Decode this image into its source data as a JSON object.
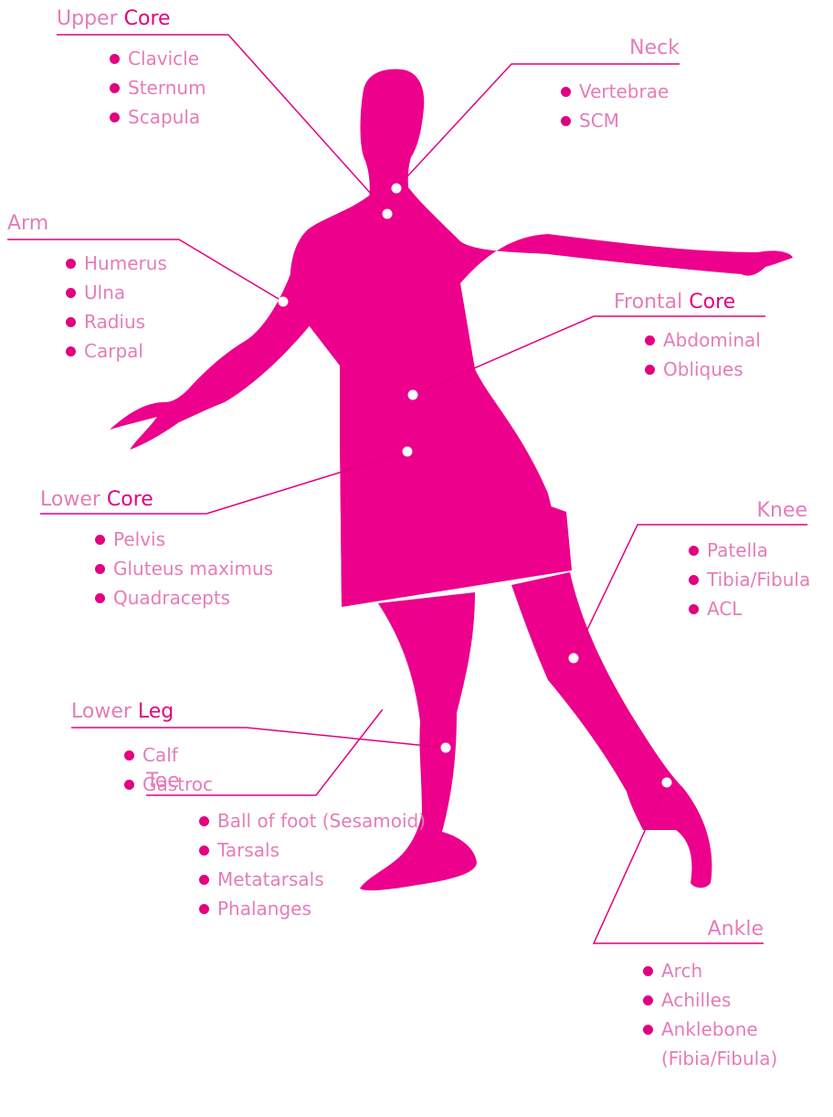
{
  "colors": {
    "figure": "#ec008c",
    "accent": "#e3007f",
    "text": "#e57cb8",
    "marker": "#ffffff"
  },
  "labels": {
    "upper_core": {
      "a": "Upper",
      "b": "Core",
      "items": [
        "Clavicle",
        "Sternum",
        "Scapula"
      ]
    },
    "neck": {
      "a": "Neck",
      "items": [
        "Vertebrae",
        "SCM"
      ]
    },
    "arm": {
      "a": "Arm",
      "items": [
        "Humerus",
        "Ulna",
        "Radius",
        "Carpal"
      ]
    },
    "frontal_core": {
      "a": "Frontal",
      "b": "Core",
      "items": [
        "Abdominal",
        "Obliques"
      ]
    },
    "lower_core": {
      "a": "Lower",
      "b": "Core",
      "items": [
        "Pelvis",
        "Gluteus maximus",
        "Quadracepts"
      ]
    },
    "knee": {
      "a": "Knee",
      "items": [
        "Patella",
        "Tibia/Fibula",
        "ACL"
      ]
    },
    "lower_leg": {
      "a": "Lower",
      "b": "Leg",
      "items": [
        "Calf",
        "Gastroc"
      ]
    },
    "toe": {
      "a": "Toe",
      "items": [
        "Ball of foot (Sesamoid)",
        "Tarsals",
        "Metatarsals",
        "Phalanges"
      ]
    },
    "ankle": {
      "a": "Ankle",
      "items": [
        "Arch",
        "Achilles",
        "Anklebone",
        "(Fibia/Fibula)"
      ]
    }
  }
}
